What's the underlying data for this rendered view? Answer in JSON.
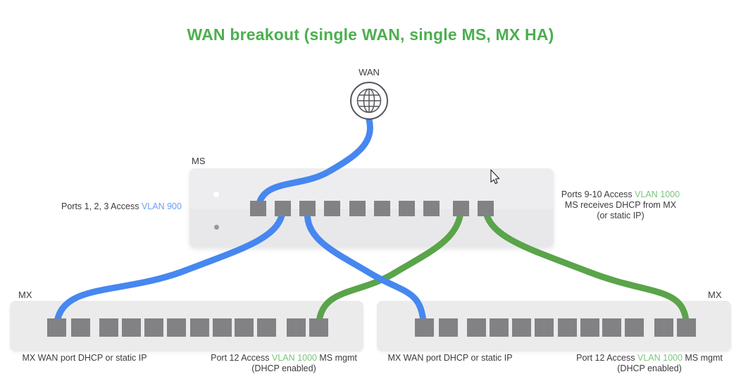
{
  "title": "WAN breakout (single WAN, single MS, MX HA)",
  "colors": {
    "title_green": "#4caf50",
    "blue_cable": "#4687f0",
    "green_cable": "#5aa44a",
    "vlan_blue_text": "#6b9ef5",
    "vlan_green_text": "#7cc47c"
  },
  "wan": {
    "label": "WAN"
  },
  "ms": {
    "label": "MS",
    "left_note": {
      "text": "Ports 1, 2, 3 Access ",
      "vlan": "VLAN 900"
    },
    "right_note": {
      "line1_text": "Ports 9-10 Access ",
      "line1_vlan": "VLAN 1000",
      "line2": "MS receives DHCP from MX",
      "line3": "(or static IP)"
    }
  },
  "mx_left": {
    "label": "MX",
    "wan_note": "MX WAN port DHCP or static IP",
    "mgmt_note": {
      "prefix": "Port 12 Access ",
      "vlan": "VLAN 1000",
      "suffix": " MS mgmt",
      "line2": "(DHCP enabled)"
    }
  },
  "mx_right": {
    "label": "MX",
    "wan_note": "MX WAN port DHCP or static IP",
    "mgmt_note": {
      "prefix": "Port 12 Access ",
      "vlan": "VLAN 1000",
      "suffix": " MS mgmt",
      "line2": "(DHCP enabled)"
    }
  }
}
